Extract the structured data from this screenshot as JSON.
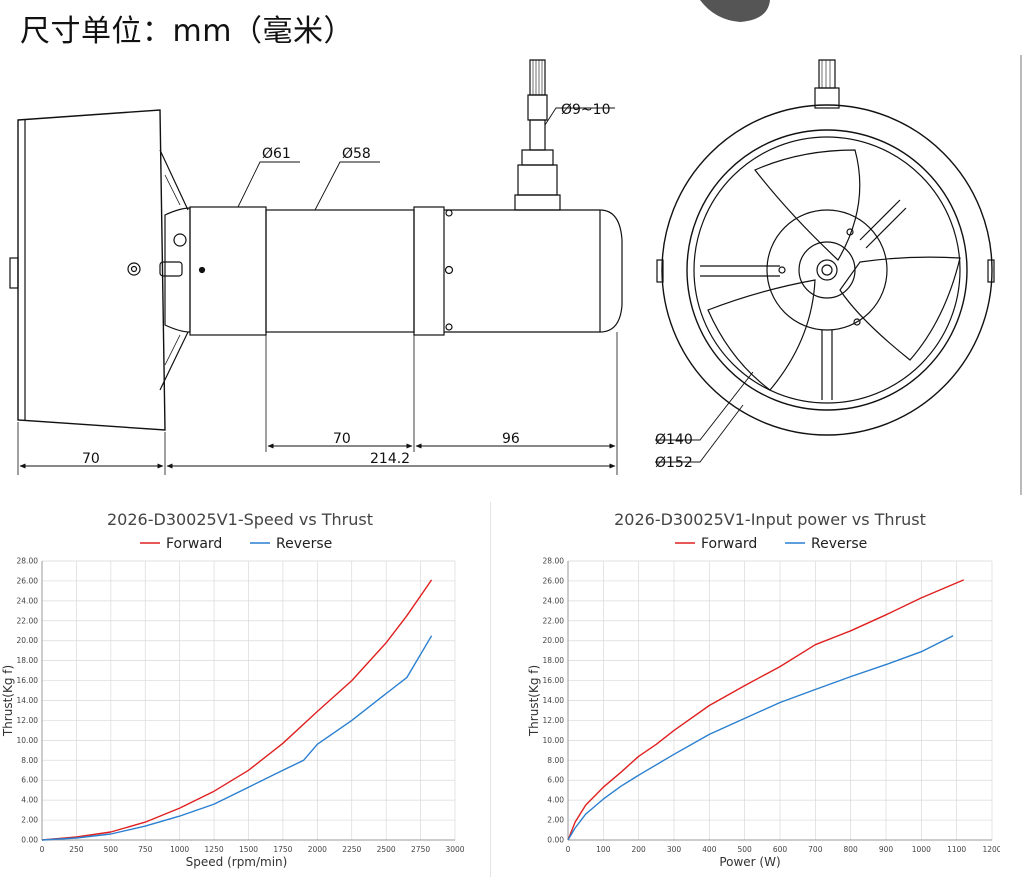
{
  "title": "尺寸单位：mm（毫米）",
  "dimensions": {
    "cable_dia": "Ø9~10",
    "body_dia_1": "Ø61",
    "body_dia_2": "Ø58",
    "duct_inner": "Ø140",
    "duct_outer": "Ø152",
    "len_duct": "70",
    "len_total": "214.2",
    "len_mid": "70",
    "len_tail": "96"
  },
  "colors": {
    "forward": "#e02020",
    "reverse": "#2a7fd0",
    "grid": "#d9d9d9"
  },
  "chart_data": [
    {
      "type": "line",
      "title": "2026-D30025V1-Speed vs Thrust",
      "xlabel": "Speed (rpm/min)",
      "ylabel": "Thrust(Kg f)",
      "xlim": [
        0,
        3000
      ],
      "ylim": [
        0,
        28
      ],
      "xticks": [
        0,
        250,
        500,
        750,
        1000,
        1250,
        1500,
        1750,
        2000,
        2250,
        2500,
        2750,
        3000
      ],
      "yticks": [
        0,
        2,
        4,
        6,
        8,
        10,
        12,
        14,
        16,
        18,
        20,
        22,
        24,
        26,
        28
      ],
      "legend": "top-center",
      "grid": true,
      "series": [
        {
          "name": "Forward",
          "points": [
            [
              0,
              0
            ],
            [
              250,
              0.3
            ],
            [
              500,
              0.8
            ],
            [
              750,
              1.8
            ],
            [
              1000,
              3.2
            ],
            [
              1250,
              4.9
            ],
            [
              1500,
              7.0
            ],
            [
              1750,
              9.7
            ],
            [
              2000,
              12.9
            ],
            [
              2250,
              16.0
            ],
            [
              2500,
              19.8
            ],
            [
              2650,
              22.5
            ],
            [
              2830,
              26.1
            ]
          ]
        },
        {
          "name": "Reverse",
          "points": [
            [
              0,
              0
            ],
            [
              250,
              0.2
            ],
            [
              500,
              0.6
            ],
            [
              750,
              1.4
            ],
            [
              1000,
              2.4
            ],
            [
              1250,
              3.6
            ],
            [
              1500,
              5.3
            ],
            [
              1750,
              7.0
            ],
            [
              1900,
              8.0
            ],
            [
              2000,
              9.6
            ],
            [
              2250,
              12.0
            ],
            [
              2500,
              14.7
            ],
            [
              2650,
              16.3
            ],
            [
              2830,
              20.5
            ]
          ]
        }
      ]
    },
    {
      "type": "line",
      "title": "2026-D30025V1-Input power vs Thrust",
      "xlabel": "Power (W)",
      "ylabel": "Thrust(Kg f)",
      "xlim": [
        0,
        1200
      ],
      "ylim": [
        0,
        28
      ],
      "xticks": [
        0,
        100,
        200,
        300,
        400,
        500,
        600,
        700,
        800,
        900,
        1000,
        1100,
        1200
      ],
      "yticks": [
        0,
        2,
        4,
        6,
        8,
        10,
        12,
        14,
        16,
        18,
        20,
        22,
        24,
        26,
        28
      ],
      "legend": "top-center",
      "grid": true,
      "series": [
        {
          "name": "Forward",
          "points": [
            [
              0,
              0
            ],
            [
              20,
              1.8
            ],
            [
              50,
              3.5
            ],
            [
              100,
              5.3
            ],
            [
              150,
              6.8
            ],
            [
              200,
              8.4
            ],
            [
              250,
              9.6
            ],
            [
              300,
              11.0
            ],
            [
              400,
              13.5
            ],
            [
              500,
              15.5
            ],
            [
              600,
              17.4
            ],
            [
              700,
              19.6
            ],
            [
              800,
              21.0
            ],
            [
              900,
              22.6
            ],
            [
              1000,
              24.3
            ],
            [
              1120,
              26.1
            ]
          ]
        },
        {
          "name": "Reverse",
          "points": [
            [
              0,
              0
            ],
            [
              20,
              1.2
            ],
            [
              50,
              2.6
            ],
            [
              100,
              4.1
            ],
            [
              150,
              5.4
            ],
            [
              200,
              6.5
            ],
            [
              300,
              8.6
            ],
            [
              400,
              10.6
            ],
            [
              500,
              12.2
            ],
            [
              600,
              13.8
            ],
            [
              700,
              15.1
            ],
            [
              800,
              16.4
            ],
            [
              900,
              17.6
            ],
            [
              1000,
              18.9
            ],
            [
              1090,
              20.5
            ]
          ]
        }
      ]
    }
  ]
}
